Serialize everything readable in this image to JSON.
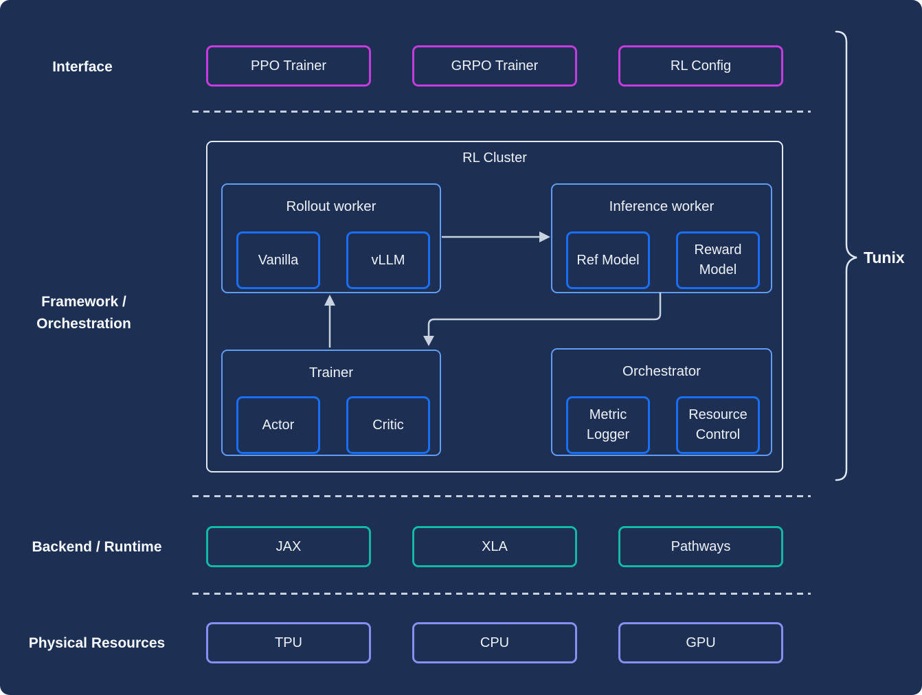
{
  "brand_label": "Tunix",
  "layers": {
    "interface": {
      "label": "Interface",
      "boxes": [
        {
          "label": "PPO Trainer"
        },
        {
          "label": "GRPO Trainer"
        },
        {
          "label": "RL Config"
        }
      ]
    },
    "framework": {
      "label": "Framework / Orchestration",
      "cluster": {
        "title": "RL Cluster",
        "groups": [
          {
            "title": "Rollout worker",
            "items": [
              {
                "label": "Vanilla"
              },
              {
                "label": "vLLM"
              }
            ]
          },
          {
            "title": "Inference worker",
            "items": [
              {
                "label": "Ref Model"
              },
              {
                "label": "Reward Model"
              }
            ]
          },
          {
            "title": "Trainer",
            "items": [
              {
                "label": "Actor"
              },
              {
                "label": "Critic"
              }
            ]
          },
          {
            "title": "Orchestrator",
            "items": [
              {
                "label": "Metric Logger"
              },
              {
                "label": "Resource Control"
              }
            ]
          }
        ]
      }
    },
    "backend": {
      "label": "Backend / Runtime",
      "boxes": [
        {
          "label": "JAX"
        },
        {
          "label": "XLA"
        },
        {
          "label": "Pathways"
        }
      ]
    },
    "physical": {
      "label": "Physical Resources",
      "boxes": [
        {
          "label": "TPU"
        },
        {
          "label": "CPU"
        },
        {
          "label": "GPU"
        }
      ]
    }
  },
  "connections": [
    {
      "from": "Rollout worker",
      "to": "Inference worker"
    },
    {
      "from": "Inference worker",
      "to": "Trainer"
    },
    {
      "from": "Trainer",
      "to": "Rollout worker"
    }
  ],
  "colors": {
    "background": "#1d3053",
    "interface_border": "#c63bdd",
    "cluster_border": "#e3e9f2",
    "group_border": "#5f9df6",
    "item_border": "#1b6ef3",
    "backend_border": "#14b8a6",
    "physical_border": "#8690f2",
    "connector": "#c9d3e0",
    "text": "#edf1f8"
  }
}
